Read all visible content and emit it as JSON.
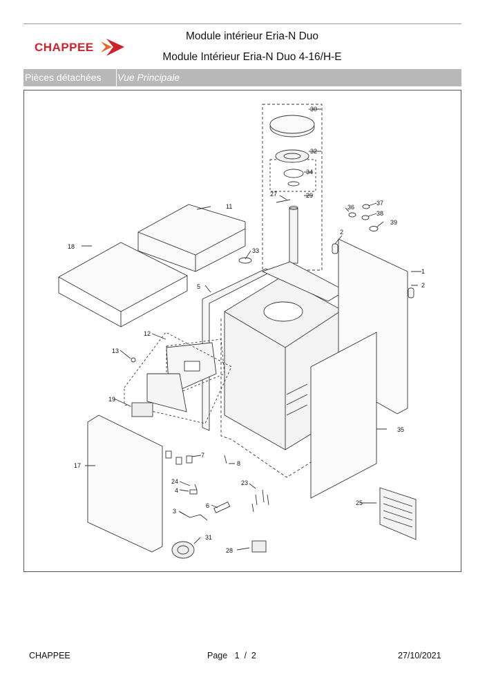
{
  "header": {
    "brand": "CHAPPEE",
    "title_line1": "Module intérieur Eria-N Duo",
    "title_line2": "Module Intérieur Eria-N Duo 4-16/H-E",
    "brand_color": "#d0202a"
  },
  "section_bar": {
    "left": "Pièces détachées",
    "right": "Vue Principale"
  },
  "diagram": {
    "part_labels": [
      "30",
      "32",
      "34",
      "27",
      "29",
      "11",
      "36",
      "37",
      "38",
      "39",
      "2",
      "1",
      "18",
      "33",
      "5",
      "12",
      "13",
      "19",
      "7",
      "8",
      "17",
      "24",
      "4",
      "23",
      "35",
      "6",
      "25",
      "3",
      "31",
      "28"
    ]
  },
  "footer": {
    "company": "CHAPPEE",
    "page": "Page   1  /  2",
    "date": "27/10/2021"
  }
}
